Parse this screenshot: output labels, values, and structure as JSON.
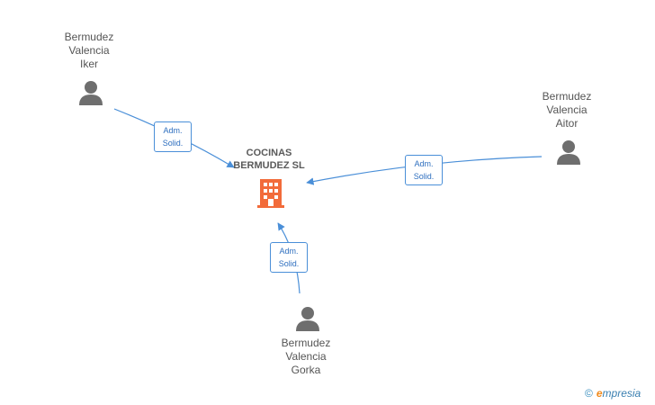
{
  "company": {
    "name_line1": "COCINAS",
    "name_line2": "BERMUDEZ SL",
    "icon": "building-icon",
    "icon_color": "#f26b3a"
  },
  "persons": [
    {
      "line1": "Bermudez",
      "line2": "Valencia",
      "line3": "Iker",
      "role_line1": "Adm.",
      "role_line2": "Solid."
    },
    {
      "line1": "Bermudez",
      "line2": "Valencia",
      "line3": "Aitor",
      "role_line1": "Adm.",
      "role_line2": "Solid."
    },
    {
      "line1": "Bermudez",
      "line2": "Valencia",
      "line3": "Gorka",
      "role_line1": "Adm.",
      "role_line2": "Solid."
    }
  ],
  "colors": {
    "person_icon": "#6e6e6e",
    "edge": "#4a8fd8"
  },
  "brand": {
    "copyright": "©",
    "e": "e",
    "rest": "mpresia"
  }
}
